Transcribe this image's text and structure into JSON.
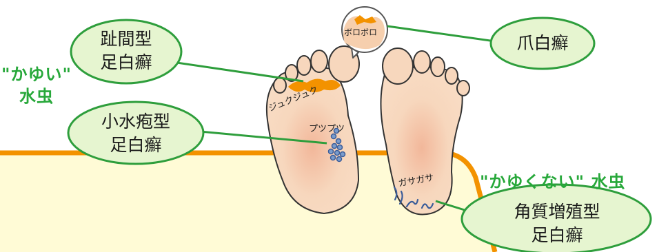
{
  "callouts": {
    "toe_web": {
      "line1": "趾間型",
      "line2": "足白癬"
    },
    "nail": {
      "line1": "爪白癬"
    },
    "vesicular": {
      "line1": "小水疱型",
      "line2": "足白癬"
    },
    "hyperkeratotic": {
      "line1": "角質増殖型",
      "line2": "足白癬"
    }
  },
  "labels": {
    "itchy_line1": "\"かゆい\"",
    "itchy_line2": "水虫",
    "not_itchy": "\"かゆくない\" 水虫"
  },
  "foot_labels": {
    "jukujuku": "ジュクジュク",
    "putsuputsu": "プツプツ",
    "gasagasa": "ガサガサ",
    "boroboro": "ボロボロ"
  },
  "colors": {
    "callout_fill": "#e6f5d0",
    "callout_border": "#2e9e3c",
    "band_fill": "#fffbd6",
    "band_border": "#f39200",
    "skin": "#f6d6b8",
    "green_text": "#27a83a"
  }
}
